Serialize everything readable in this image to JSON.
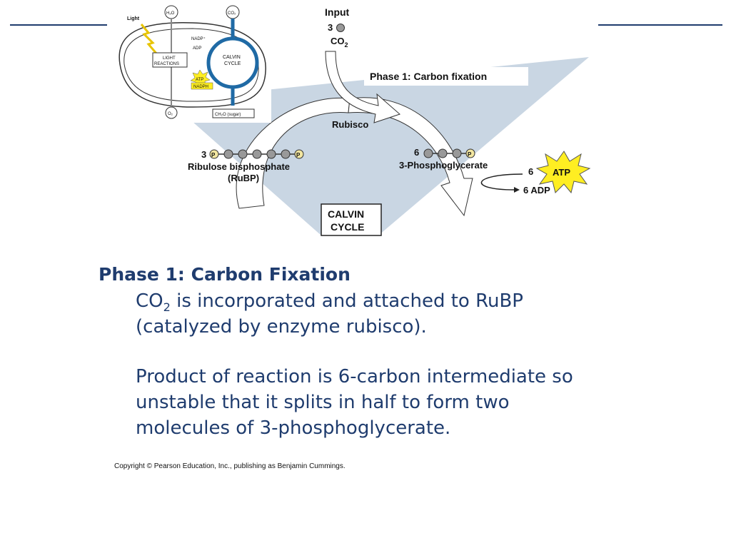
{
  "slide": {
    "heading": "Phase 1: Carbon Fixation",
    "para1_a": "CO",
    "para1_sub": "2",
    "para1_b": " is incorporated and attached to RuBP",
    "para1_line2": "(catalyzed by enzyme rubisco).",
    "para2_line1": "Product of reaction is 6-carbon intermediate so",
    "para2_line2": "unstable that it splits in half to form two",
    "para2_line3": "molecules of 3-phosphoglycerate.",
    "copyright": "Copyright © Pearson Education, Inc., publishing as Benjamin Cummings."
  },
  "diagram": {
    "input_label": "Input",
    "input_count": "3",
    "co2": "CO",
    "co2_sub": "2",
    "phase_label": "Phase 1: Carbon fixation",
    "rubisco": "Rubisco",
    "rubp_count": "3",
    "rubp_name": "Ribulose bisphosphate",
    "rubp_abbr": "(RuBP)",
    "pga_count": "6",
    "pga_name": "3-Phosphoglycerate",
    "atp_count": "6",
    "atp": "ATP",
    "adp": "6 ADP",
    "calvin_line1": "CALVIN",
    "calvin_line2": "CYCLE",
    "phosphate": "P",
    "inset": {
      "light": "Light",
      "h2o": "H₂O",
      "co2": "CO₂",
      "nadp": "NADP⁺",
      "adp": "ADP",
      "light_reactions_1": "LIGHT",
      "light_reactions_2": "REACTIONS",
      "calvin_1": "CALVIN",
      "calvin_2": "CYCLE",
      "atp": "ATP",
      "nadph": "NADPH",
      "o2": "O₂",
      "sugar": "CH₂O (sugar)"
    }
  }
}
